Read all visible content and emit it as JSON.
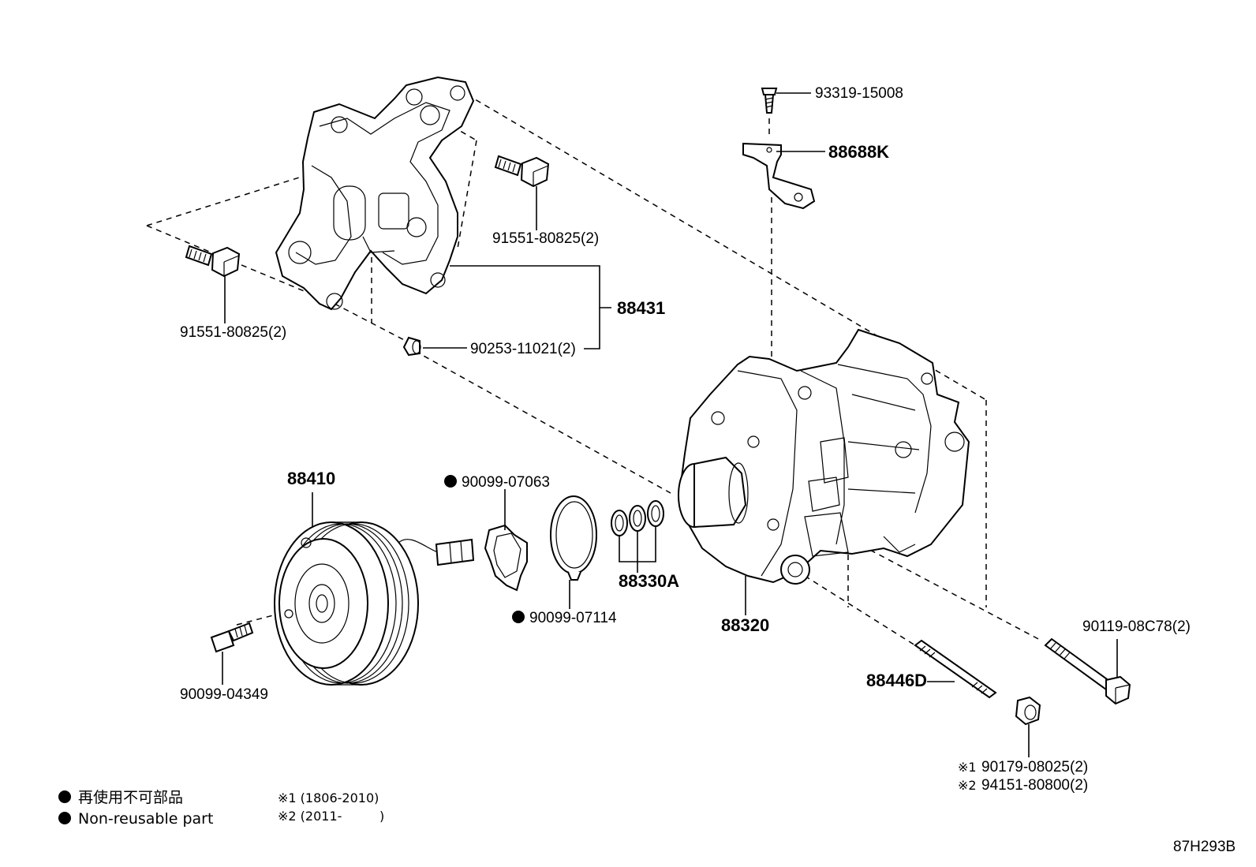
{
  "callouts": {
    "bolt_top_right": "93319-15008",
    "bracket_small": "88688K",
    "bolt_upper_mid": "91551-80825(2)",
    "bolt_left": "91551-80825(2)",
    "bracket_main": "88431",
    "collar": "90253-11021(2)",
    "clutch": "88410",
    "gasket": "90099-07063",
    "snap_ring": "90099-07114",
    "shims": "88330A",
    "compressor": "88320",
    "clutch_bolt": "90099-04349",
    "stud_bolt": "88446D",
    "bolt_lower_right": "90119-08C78(2)",
    "nut_1_mark": "※1",
    "nut_1": "90179-08025(2)",
    "nut_2_mark": "※2",
    "nut_2": "94151-80800(2)"
  },
  "legend": {
    "non_reusable_jp": "再使用不可部品",
    "non_reusable_en": "Non-reusable part",
    "note_1": "※1 (1806-2010)",
    "note_2": "※2 (2011-",
    "note_2_close": ")"
  },
  "diagram_id": "87H293B"
}
